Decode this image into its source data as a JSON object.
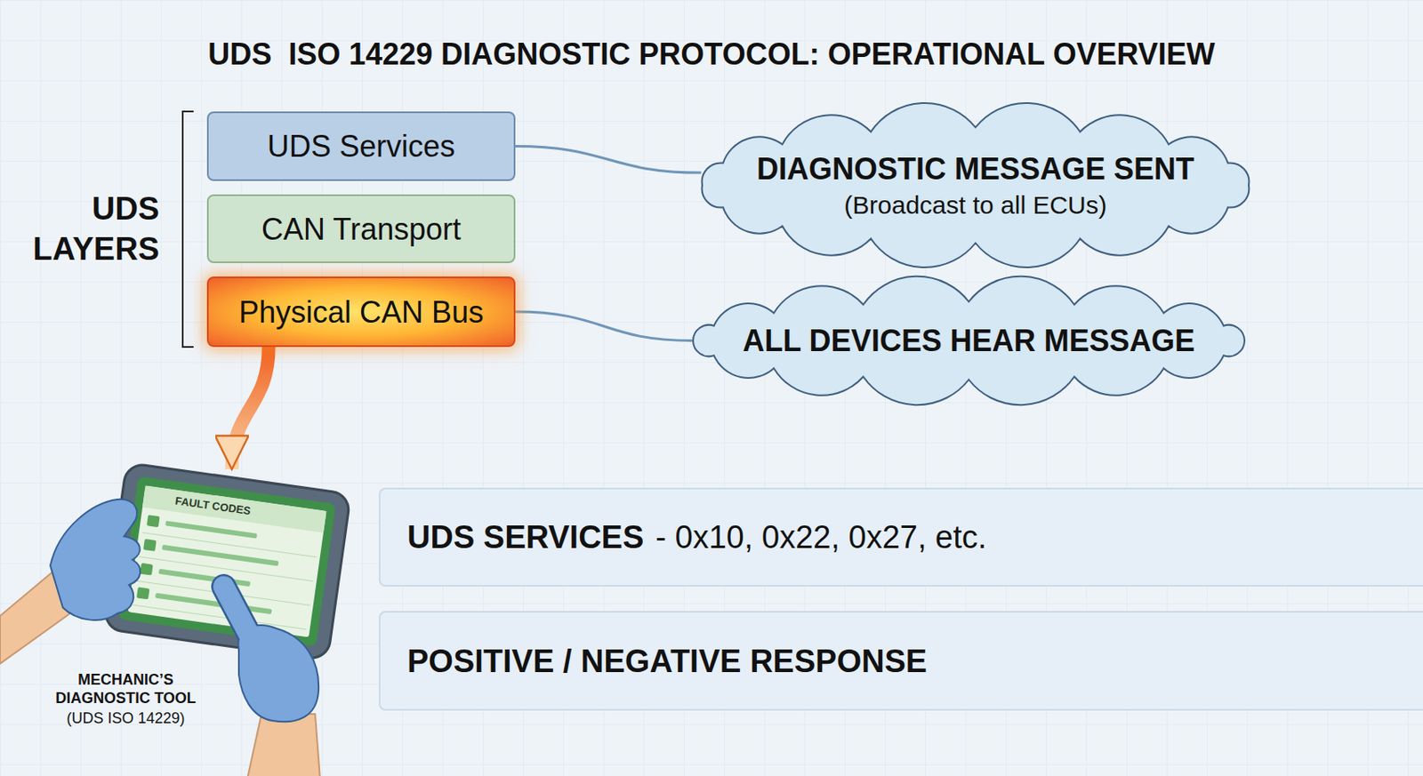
{
  "diagram": {
    "title": "UDS  ISO 14229 DIAGNOSTIC PROTOCOL: OPERATIONAL OVERVIEW",
    "nodes": [
      {
        "text": [
          "UDS Services"
        ]
      },
      {
        "text": [
          "DIAGNOSTIC MESSAGE SENT",
          "(Broadcast to all ECUs)"
        ]
      },
      {
        "text": [
          "CAN Transport"
        ]
      },
      {
        "text": [
          "Physical CAN Bus"
        ]
      },
      {
        "text": [
          "ALL DEVICES HEAR MESSAGE"
        ]
      },
      {
        "text": [
          "FAULT CODES",
          "MECHANIC’S DIAGNOSTIC TOOL",
          "(UDS ISO 14229)"
        ]
      },
      {
        "text": [
          "UDS SERVICES",
          "- 0x10, 0x22, 0x27, etc."
        ]
      },
      {
        "text": [
          "POSITIVE / NEGATIVE RESPONSE"
        ]
      }
    ],
    "edges": [
      {
        "from": 0,
        "to": 1,
        "arrow": "none"
      },
      {
        "from": 3,
        "to": 4,
        "arrow": "none"
      },
      {
        "from": 3,
        "to": 5,
        "arrow": "to"
      }
    ],
    "labels": [
      "UDS LAYERS"
    ]
  }
}
